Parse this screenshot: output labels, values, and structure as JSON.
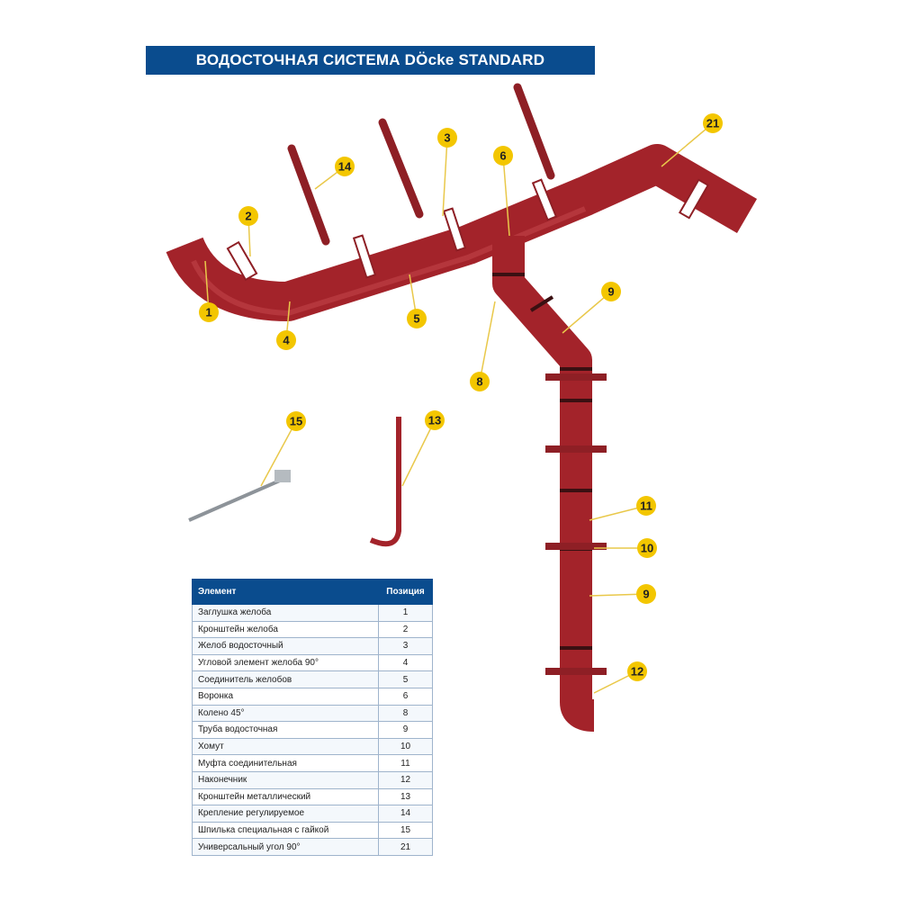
{
  "title": "ВОДОСТОЧНАЯ СИСТЕМА DÖcke STANDARD",
  "colors": {
    "header": "#0a4c8e",
    "product": "#a3232a",
    "callout": "#f3c600"
  },
  "callouts": [
    "1",
    "2",
    "3",
    "4",
    "5",
    "6",
    "14",
    "21",
    "9",
    "8",
    "15",
    "13",
    "11",
    "10",
    "9",
    "12"
  ],
  "table": {
    "headers": [
      "Элемент",
      "Позиция"
    ],
    "rows": [
      [
        "Заглушка желоба",
        "1"
      ],
      [
        "Кронштейн желоба",
        "2"
      ],
      [
        "Желоб водосточный",
        "3"
      ],
      [
        "Угловой элемент желоба 90°",
        "4"
      ],
      [
        "Соединитель желобов",
        "5"
      ],
      [
        "Воронка",
        "6"
      ],
      [
        "Колено 45°",
        "8"
      ],
      [
        "Труба водосточная",
        "9"
      ],
      [
        "Хомут",
        "10"
      ],
      [
        "Муфта соединительная",
        "11"
      ],
      [
        "Наконечник",
        "12"
      ],
      [
        "Кронштейн металлический",
        "13"
      ],
      [
        "Крепление регулируемое",
        "14"
      ],
      [
        "Шпилька специальная с гайкой",
        "15"
      ],
      [
        "Универсальный угол 90°",
        "21"
      ]
    ]
  }
}
